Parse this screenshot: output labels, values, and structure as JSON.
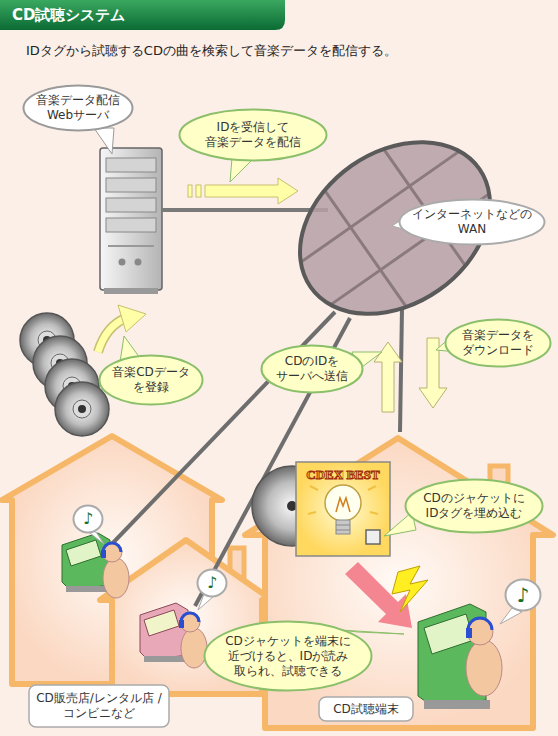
{
  "diagram": {
    "title": "CD試聴システム",
    "caption": "IDタグから試聴するCDの曲を検索して音楽データを配信する。",
    "nodes": [
      {
        "text": [
          "音楽データ配信 Webサーバ"
        ]
      },
      {
        "text": [
          "IDを受信して 音楽データを配信"
        ]
      },
      {
        "text": [
          "インターネットなどの WAN"
        ]
      },
      {
        "text": [
          "音楽CDデータ を登録"
        ]
      },
      {
        "text": [
          "CDのIDを サーバへ送信"
        ]
      },
      {
        "text": [
          "音楽データを ダウンロード"
        ]
      },
      {
        "text": [
          "CDEX BEST"
        ]
      },
      {
        "text": [
          "CDのジャケットに IDタグを埋め込む"
        ]
      },
      {
        "text": [
          "♪"
        ]
      },
      {
        "text": [
          "♪"
        ]
      },
      {
        "text": [
          "♪"
        ]
      },
      {
        "text": [
          "CDジャケットを端末に 近づけると、IDが読み 取られ、試聴できる"
        ]
      },
      {
        "text": [
          "CD販売店/レンタル店 /コンビニなど"
        ]
      },
      {
        "text": [
          "CD試聴端末"
        ]
      }
    ]
  }
}
